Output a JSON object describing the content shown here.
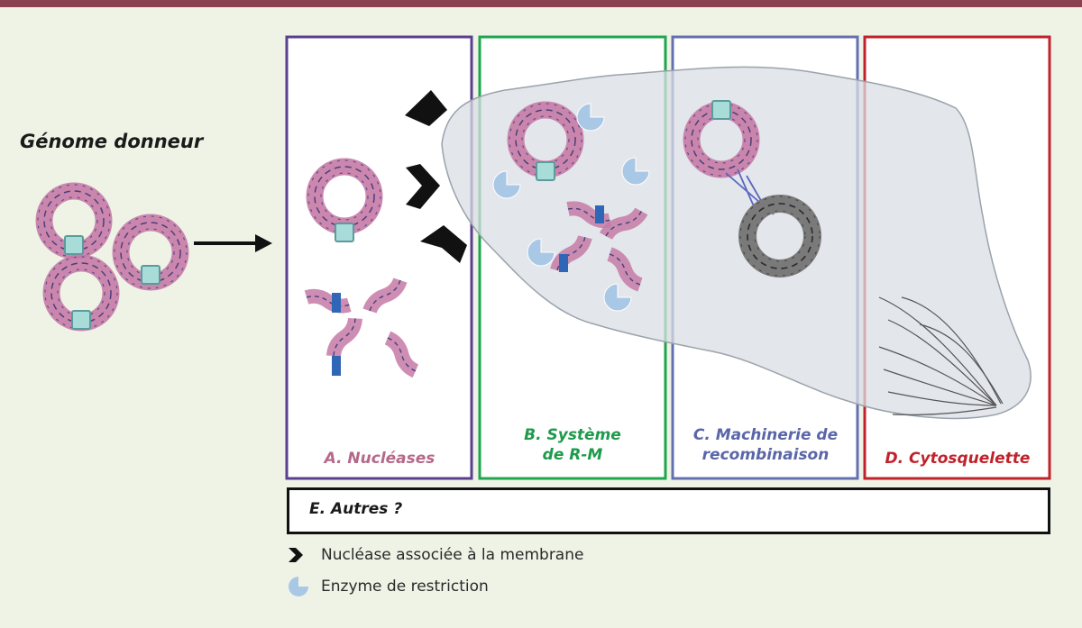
{
  "donor_title": "Génome donneur",
  "panels": [
    {
      "id": "A",
      "label": "A. Nucléases",
      "color": "#b5698a",
      "border": "#5b3f8f"
    },
    {
      "id": "B",
      "label": "B. Système de R-M",
      "color": "#1d9a4a",
      "border": "#1fa64e"
    },
    {
      "id": "C",
      "label": "C. Machinerie de recombinaison",
      "color": "#5a66a8",
      "border": "#6470b0"
    },
    {
      "id": "D",
      "label": "D. Cytosquelette",
      "color": "#c0222b",
      "border": "#c0222b"
    }
  ],
  "other_label": "E. Autres ?",
  "legend": [
    {
      "icon": "membrane-nuclease-icon",
      "text": "Nucléase associée à la membrane"
    },
    {
      "icon": "restriction-enzyme-icon",
      "text": "Enzyme de restriction"
    }
  ],
  "colors": {
    "dna_ring": "#c67aa6",
    "dna_strand": "#4a3f7a",
    "marker": "#a8dcd9",
    "fragment_end": "#2f66b5",
    "enzyme": "#a9c8e6",
    "cell": "#d9dee4",
    "host_ring": "#7a7a7a"
  }
}
